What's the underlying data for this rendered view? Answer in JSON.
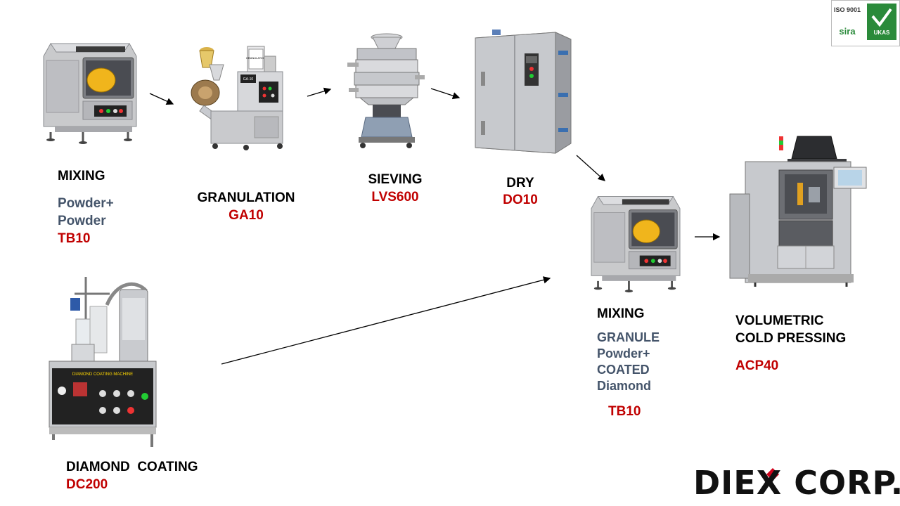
{
  "steps": {
    "mixing1": {
      "title": "MIXING",
      "desc1": "Powder+",
      "desc2": "Powder",
      "model": "TB10"
    },
    "granulation": {
      "title": "GRANULATION",
      "model": "GA10"
    },
    "sieving": {
      "title": "SIEVING",
      "model": "LVS600"
    },
    "dry": {
      "title": "DRY",
      "model": "DO10"
    },
    "mixing2": {
      "title": "MIXING",
      "desc1": "GRANULE",
      "desc2": "Powder+",
      "desc3": "COATED",
      "desc4": "Diamond",
      "model": "TB10"
    },
    "pressing": {
      "title1": "VOLUMETRIC",
      "title2": "COLD PRESSING",
      "model": "ACP40"
    },
    "coating": {
      "title": "DIAMOND  COATING",
      "model": "DC200"
    }
  },
  "machine_labels": {
    "granulator_plate": "GRANULATION",
    "granulator_code": "GA-10",
    "coating_panel": "DIAMOND COATING MACHINE"
  },
  "brand": {
    "logo": "DIEX CORP.",
    "cert_iso": "ISO 9001",
    "cert_sira": "sira",
    "cert_ukas": "UKAS"
  },
  "colors": {
    "title": "#000000",
    "description": "#44546a",
    "model": "#c00000",
    "logo_accent": "#d0021b"
  }
}
